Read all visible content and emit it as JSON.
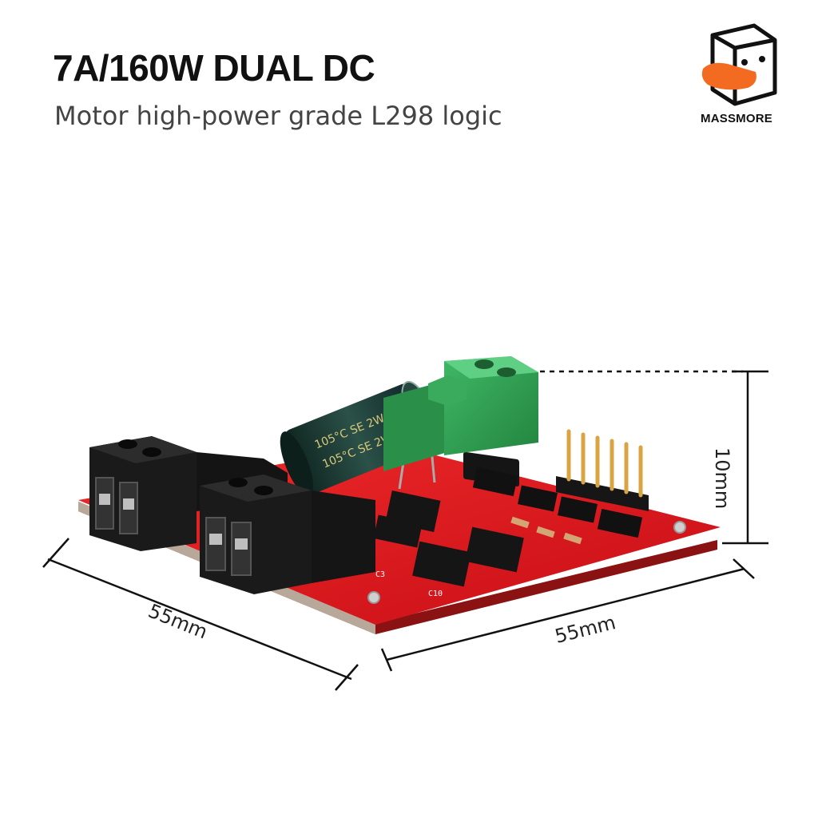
{
  "header": {
    "title": "7A/160W DUAL DC",
    "subtitle": "Motor high-power grade L298 logic"
  },
  "brand": {
    "name": "MASSMORE",
    "logo_icon": "duck-box-logo-icon"
  },
  "dimensions": {
    "height_label": "10mm",
    "left_width_label": "55mm",
    "right_width_label": "55mm"
  },
  "colors": {
    "pcb": "#e0141c",
    "terminal_black": "#1a1a1a",
    "terminal_green": "#2e9e4f",
    "capacitor": "#1f3a33",
    "pins": "#d9a441",
    "logo_orange": "#f26b21"
  }
}
